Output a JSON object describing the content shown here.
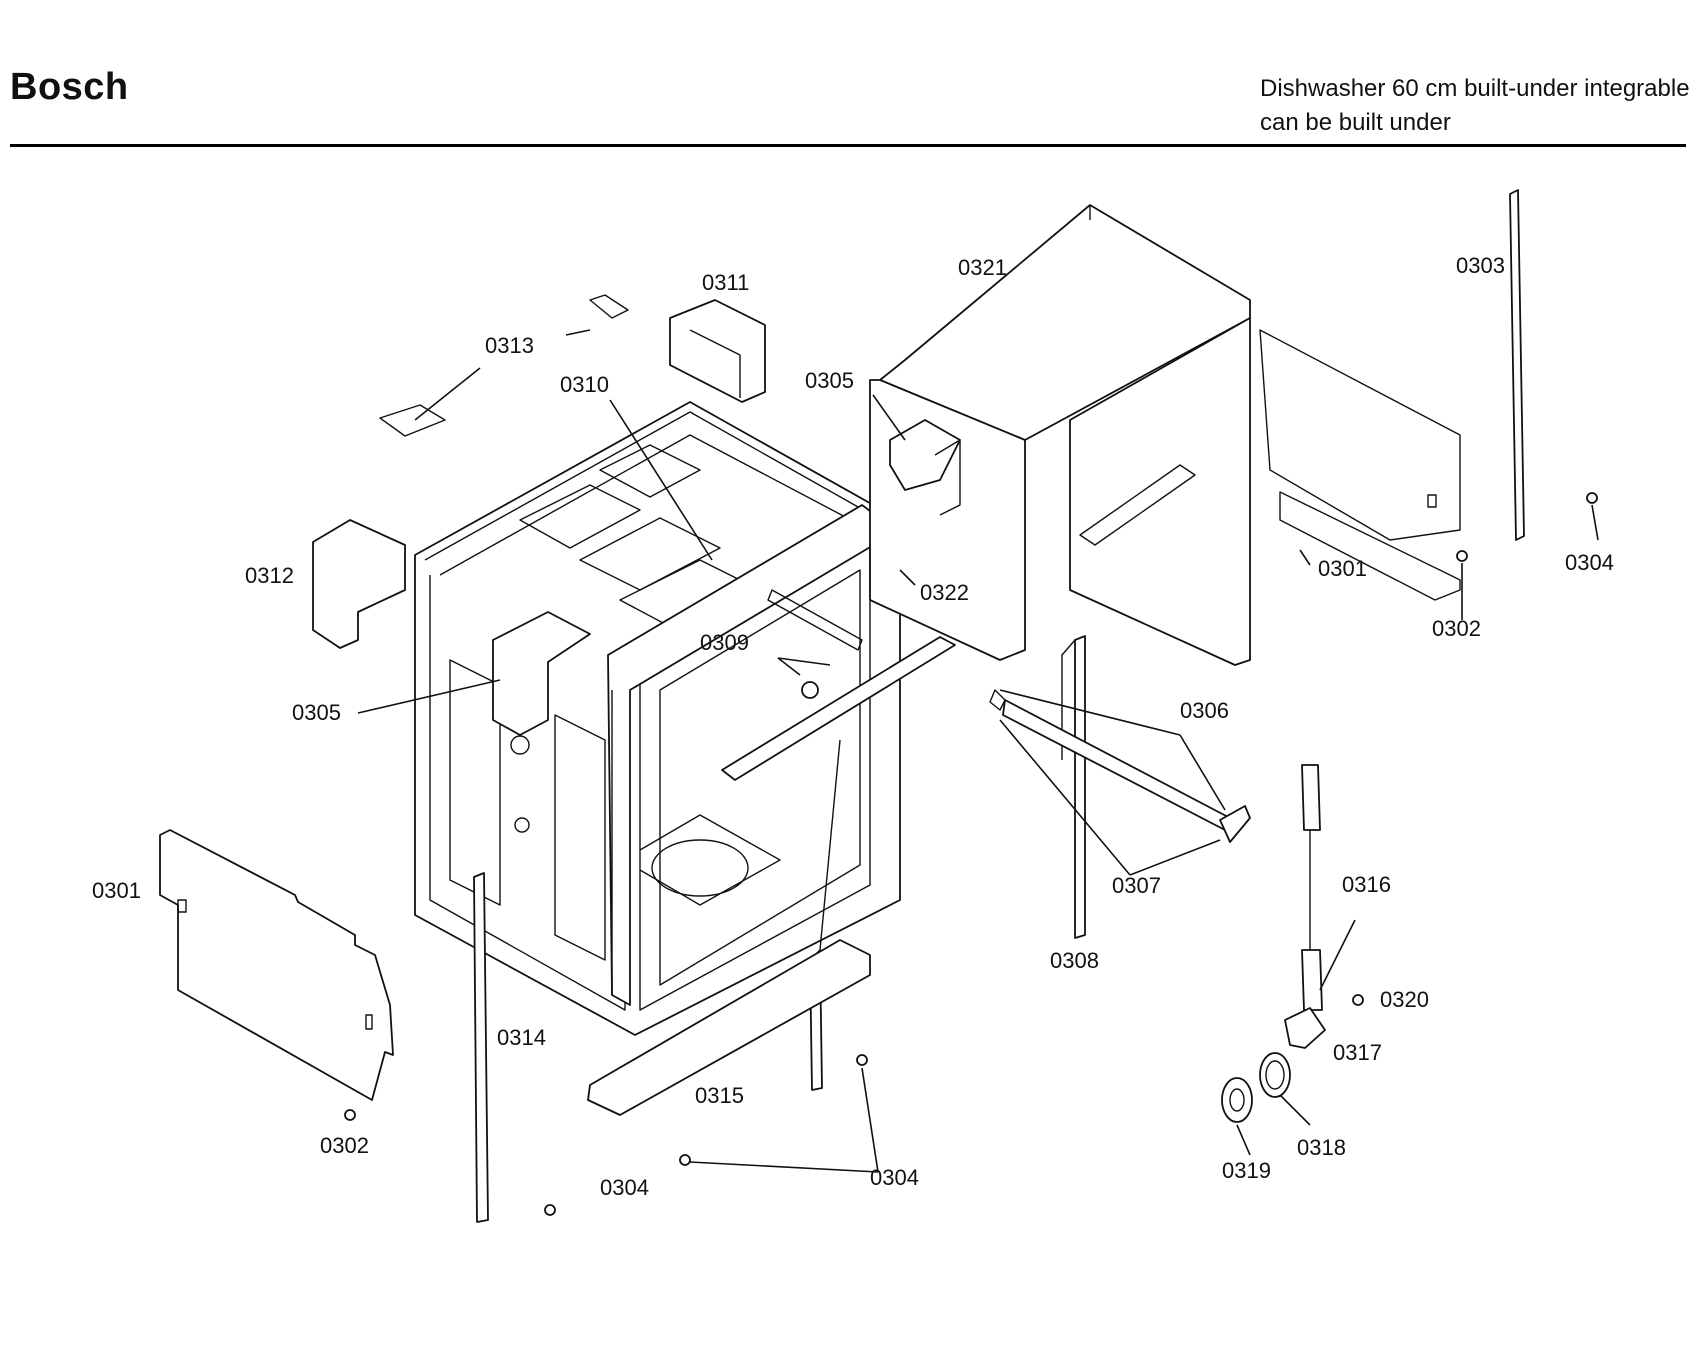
{
  "header": {
    "brand": "Bosch",
    "subtitle_line1": "Dishwasher 60 cm built-under integrable",
    "subtitle_line2": "can be built under"
  },
  "callouts": {
    "c0301_left": "0301",
    "c0301_right": "0301",
    "c0302_left": "0302",
    "c0302_right": "0302",
    "c0303": "0303",
    "c0304_right": "0304",
    "c0304_bottom_left": "0304",
    "c0304_bottom_mid": "0304",
    "c0305_left": "0305",
    "c0305_top": "0305",
    "c0306": "0306",
    "c0307": "0307",
    "c0308": "0308",
    "c0309": "0309",
    "c0310": "0310",
    "c0311": "0311",
    "c0312": "0312",
    "c0313": "0313",
    "c0314": "0314",
    "c0315": "0315",
    "c0316": "0316",
    "c0317": "0317",
    "c0318": "0318",
    "c0319": "0319",
    "c0320": "0320",
    "c0321": "0321",
    "c0322": "0322"
  }
}
